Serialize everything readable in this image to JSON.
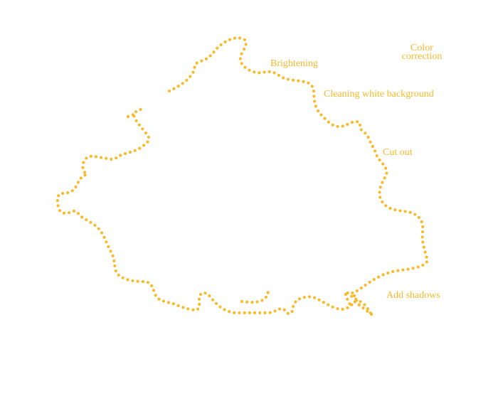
{
  "accent_color": "#F9B928",
  "labels": {
    "color_correction_line1": "Color",
    "color_correction_line2": "correction",
    "brightening": "Brightening",
    "cleaning": "Cleaning white background",
    "cut_out": "Cut out",
    "add_shadows": "Add shadows"
  },
  "outline_style": "dotted"
}
